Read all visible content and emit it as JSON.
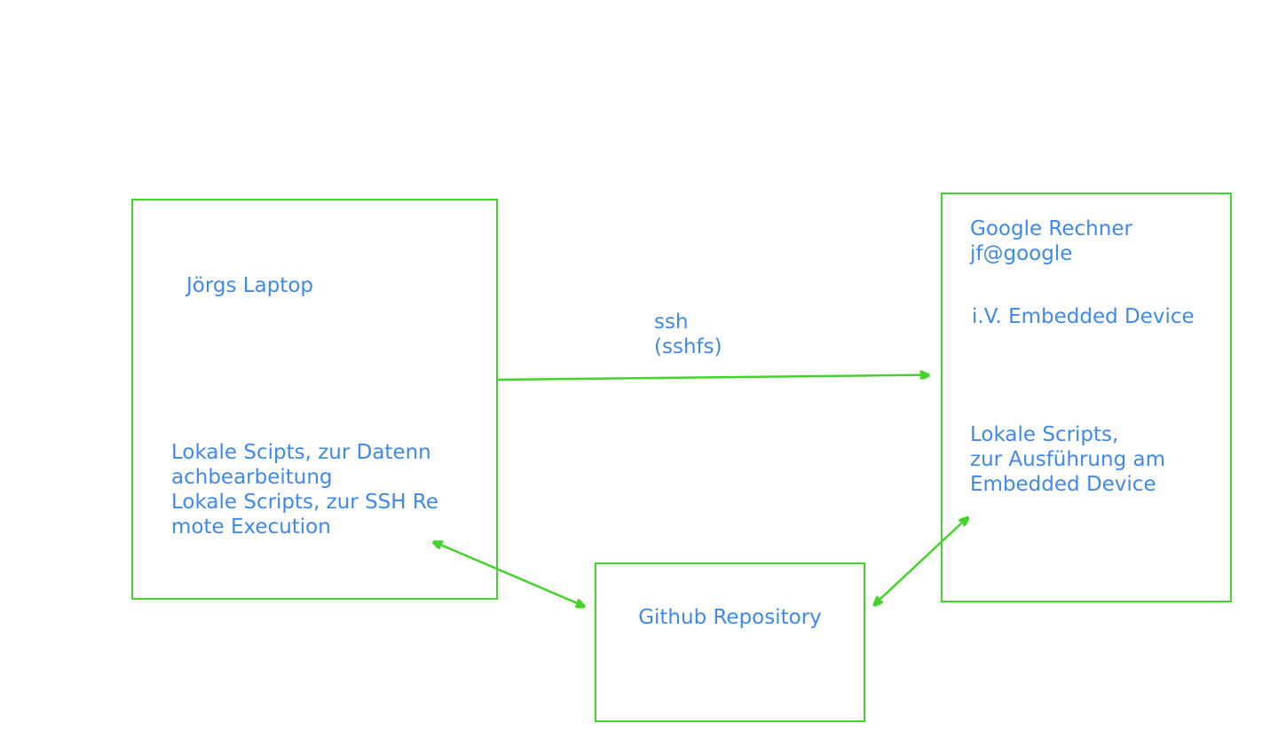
{
  "colors": {
    "green": "#44d32b",
    "blue": "#3f88ee"
  },
  "diagram": {
    "laptop_node": {
      "title": "Jörgs Laptop",
      "body": "Lokale Scipts, zur Datenn\nachbearbeitung\nLokale Scripts, zur SSH Re\nmote Execution"
    },
    "google_node": {
      "title": "Google Rechner\njf@google",
      "subtitle": "i.V. Embedded Device",
      "body": "Lokale Scripts,\nzur Ausführung am\nEmbedded Device"
    },
    "github_node": {
      "title": "Github Repository"
    },
    "ssh_arrow": {
      "label": "ssh\n(sshfs)"
    }
  }
}
